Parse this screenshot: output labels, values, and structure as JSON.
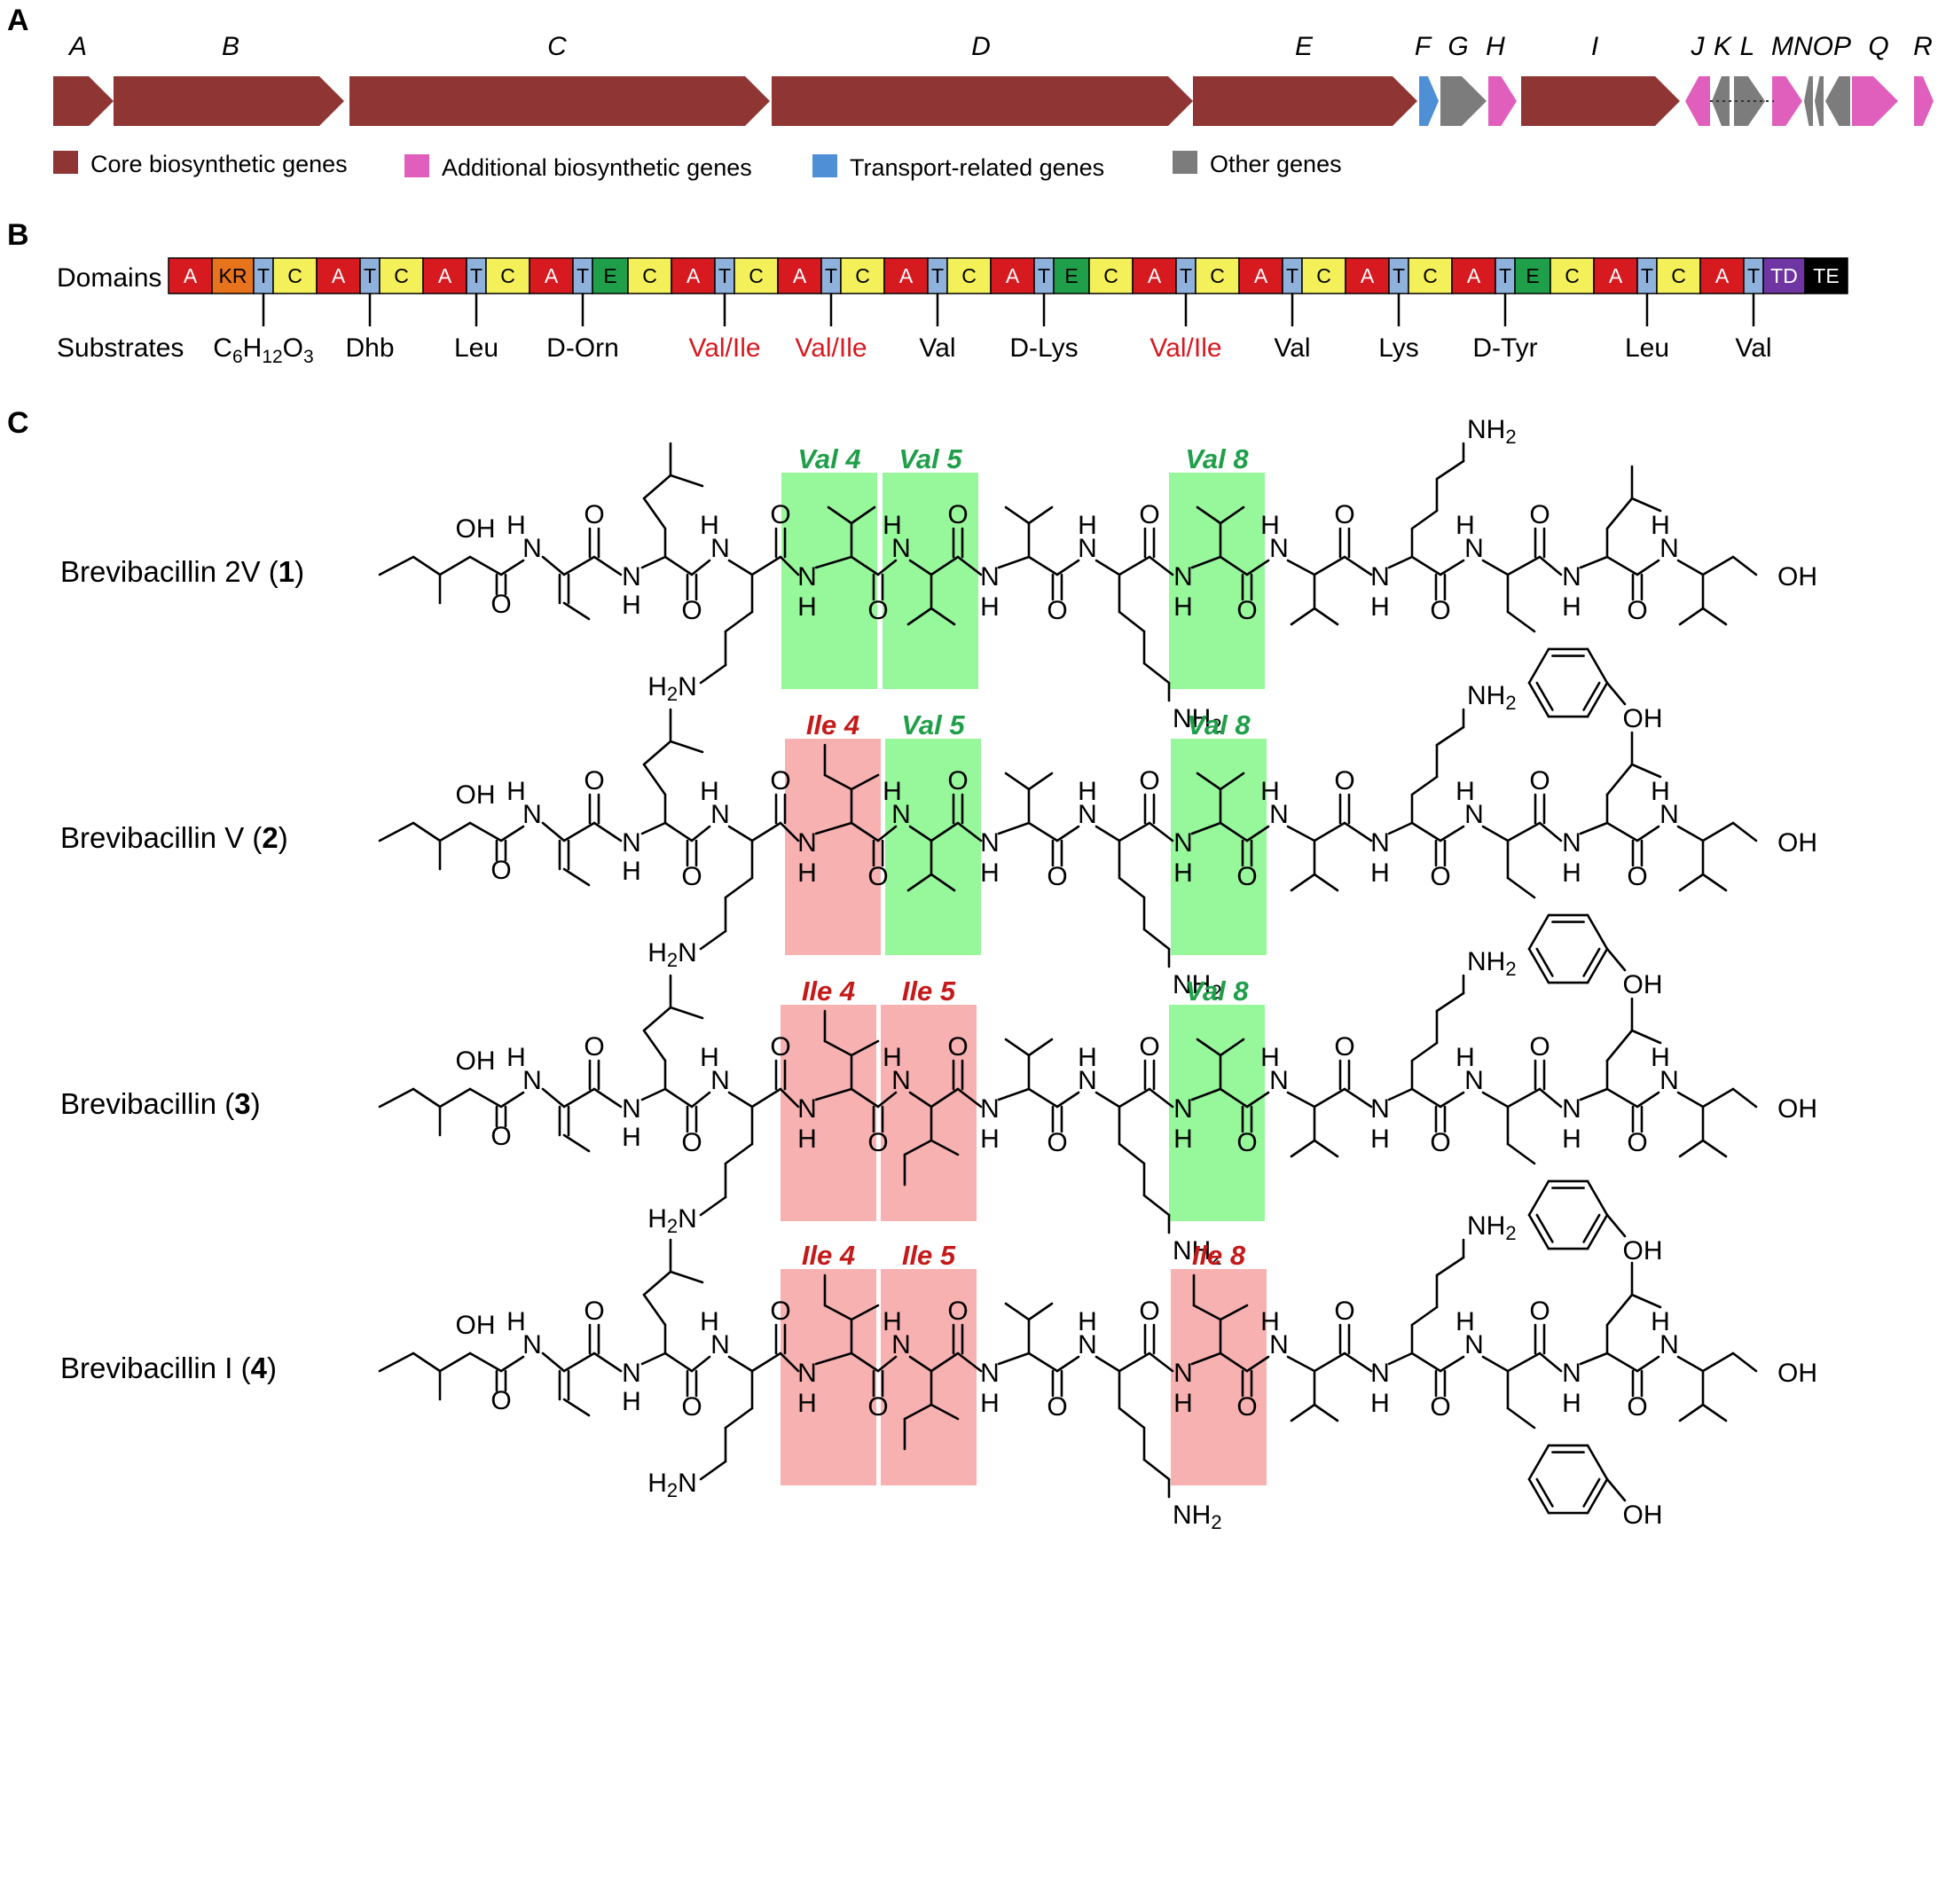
{
  "panels": {
    "A": "A",
    "B": "B",
    "C": "C"
  },
  "colors": {
    "core": "#8f3533",
    "additional": "#e05fbd",
    "transport": "#4f8fd6",
    "other": "#7c7c7c",
    "domain_A": "#d71920",
    "domain_KR": "#e8731d",
    "domain_T": "#8fb2dd",
    "domain_C": "#f4f05a",
    "domain_E": "#1f9f49",
    "domain_TD": "#6f35a3",
    "domain_TE": "#000000",
    "val_box": "#97f79b",
    "ile_box": "#f8b1b1",
    "val_text": "#1f9f49",
    "ile_text": "#c41a1a"
  },
  "gene_cluster": {
    "genes": [
      {
        "label": "A",
        "category": "core"
      },
      {
        "label": "B",
        "category": "core"
      },
      {
        "label": "C",
        "category": "core"
      },
      {
        "label": "D",
        "category": "core"
      },
      {
        "label": "E",
        "category": "core"
      },
      {
        "label": "F",
        "category": "transport"
      },
      {
        "label": "G",
        "category": "other"
      },
      {
        "label": "H",
        "category": "additional"
      },
      {
        "label": "I",
        "category": "core"
      },
      {
        "label": "J",
        "category": "additional"
      },
      {
        "label": "K",
        "category": "other"
      },
      {
        "label": "L",
        "category": "other"
      },
      {
        "label": "M",
        "category": "additional"
      },
      {
        "label": "N",
        "category": "other"
      },
      {
        "label": "O",
        "category": "other"
      },
      {
        "label": "P",
        "category": "other"
      },
      {
        "label": "Q",
        "category": "additional"
      },
      {
        "label": "R",
        "category": "additional"
      }
    ],
    "label_groups": [
      "A",
      "B",
      "C",
      "D",
      "E",
      "F",
      "G",
      "H",
      "I",
      "J",
      "K",
      "L",
      "MNOP",
      "Q",
      "R"
    ],
    "legend": [
      {
        "label": "Core biosynthetic genes",
        "category": "core"
      },
      {
        "label": "Additional biosynthetic genes",
        "category": "additional"
      },
      {
        "label": "Transport-related genes",
        "category": "transport"
      },
      {
        "label": "Other genes",
        "category": "other"
      }
    ]
  },
  "domains": {
    "row_label": "Domains",
    "substrates_label": "Substrates",
    "sequence": [
      "A",
      "KR",
      "T",
      "C",
      "A",
      "T",
      "C",
      "A",
      "T",
      "C",
      "A",
      "T",
      "E",
      "C",
      "A",
      "T",
      "C",
      "A",
      "T",
      "C",
      "A",
      "T",
      "C",
      "A",
      "T",
      "E",
      "C",
      "A",
      "T",
      "C",
      "A",
      "T",
      "C",
      "A",
      "T",
      "C",
      "A",
      "T",
      "E",
      "C",
      "A",
      "T",
      "C",
      "A",
      "T",
      "TD",
      "TE"
    ],
    "substrates": [
      {
        "text": "C6H12O3",
        "main": "C",
        "parts": [
          "C",
          "6",
          "H",
          "12",
          "O",
          "3"
        ],
        "color": "#000000"
      },
      {
        "text": "Dhb",
        "color": "#000000"
      },
      {
        "text": "Leu",
        "color": "#000000"
      },
      {
        "text": "D-Orn",
        "color": "#000000"
      },
      {
        "text": "Val/Ile",
        "color": "#d71920"
      },
      {
        "text": "Val/Ile",
        "color": "#d71920"
      },
      {
        "text": "Val",
        "color": "#000000"
      },
      {
        "text": "D-Lys",
        "color": "#000000"
      },
      {
        "text": "Val/Ile",
        "color": "#d71920"
      },
      {
        "text": "Val",
        "color": "#000000"
      },
      {
        "text": "Lys",
        "color": "#000000"
      },
      {
        "text": "D-Tyr",
        "color": "#000000"
      },
      {
        "text": "Leu",
        "color": "#000000"
      },
      {
        "text": "Val",
        "color": "#000000"
      }
    ]
  },
  "compounds": [
    {
      "name": "Brevibacillin 2V",
      "number": "1",
      "residues": [
        {
          "label": "Val 4",
          "type": "val"
        },
        {
          "label": "Val 5",
          "type": "val"
        },
        {
          "label": "Val 8",
          "type": "val"
        }
      ]
    },
    {
      "name": "Brevibacillin V",
      "number": "2",
      "residues": [
        {
          "label": "Ile 4",
          "type": "ile"
        },
        {
          "label": "Val 5",
          "type": "val"
        },
        {
          "label": "Val 8",
          "type": "val"
        }
      ]
    },
    {
      "name": "Brevibacillin",
      "number": "3",
      "residues": [
        {
          "label": "Ile 4",
          "type": "ile"
        },
        {
          "label": "Ile 5",
          "type": "ile"
        },
        {
          "label": "Val 8",
          "type": "val"
        }
      ]
    },
    {
      "name": "Brevibacillin I",
      "number": "4",
      "residues": [
        {
          "label": "Ile 4",
          "type": "ile"
        },
        {
          "label": "Ile 5",
          "type": "ile"
        },
        {
          "label": "Ile 8",
          "type": "ile"
        }
      ]
    }
  ],
  "atoms": {
    "OH": "OH",
    "O": "O",
    "N": "N",
    "H": "H",
    "NH": "NH",
    "NH2": "NH2",
    "H2N": "H2N"
  }
}
